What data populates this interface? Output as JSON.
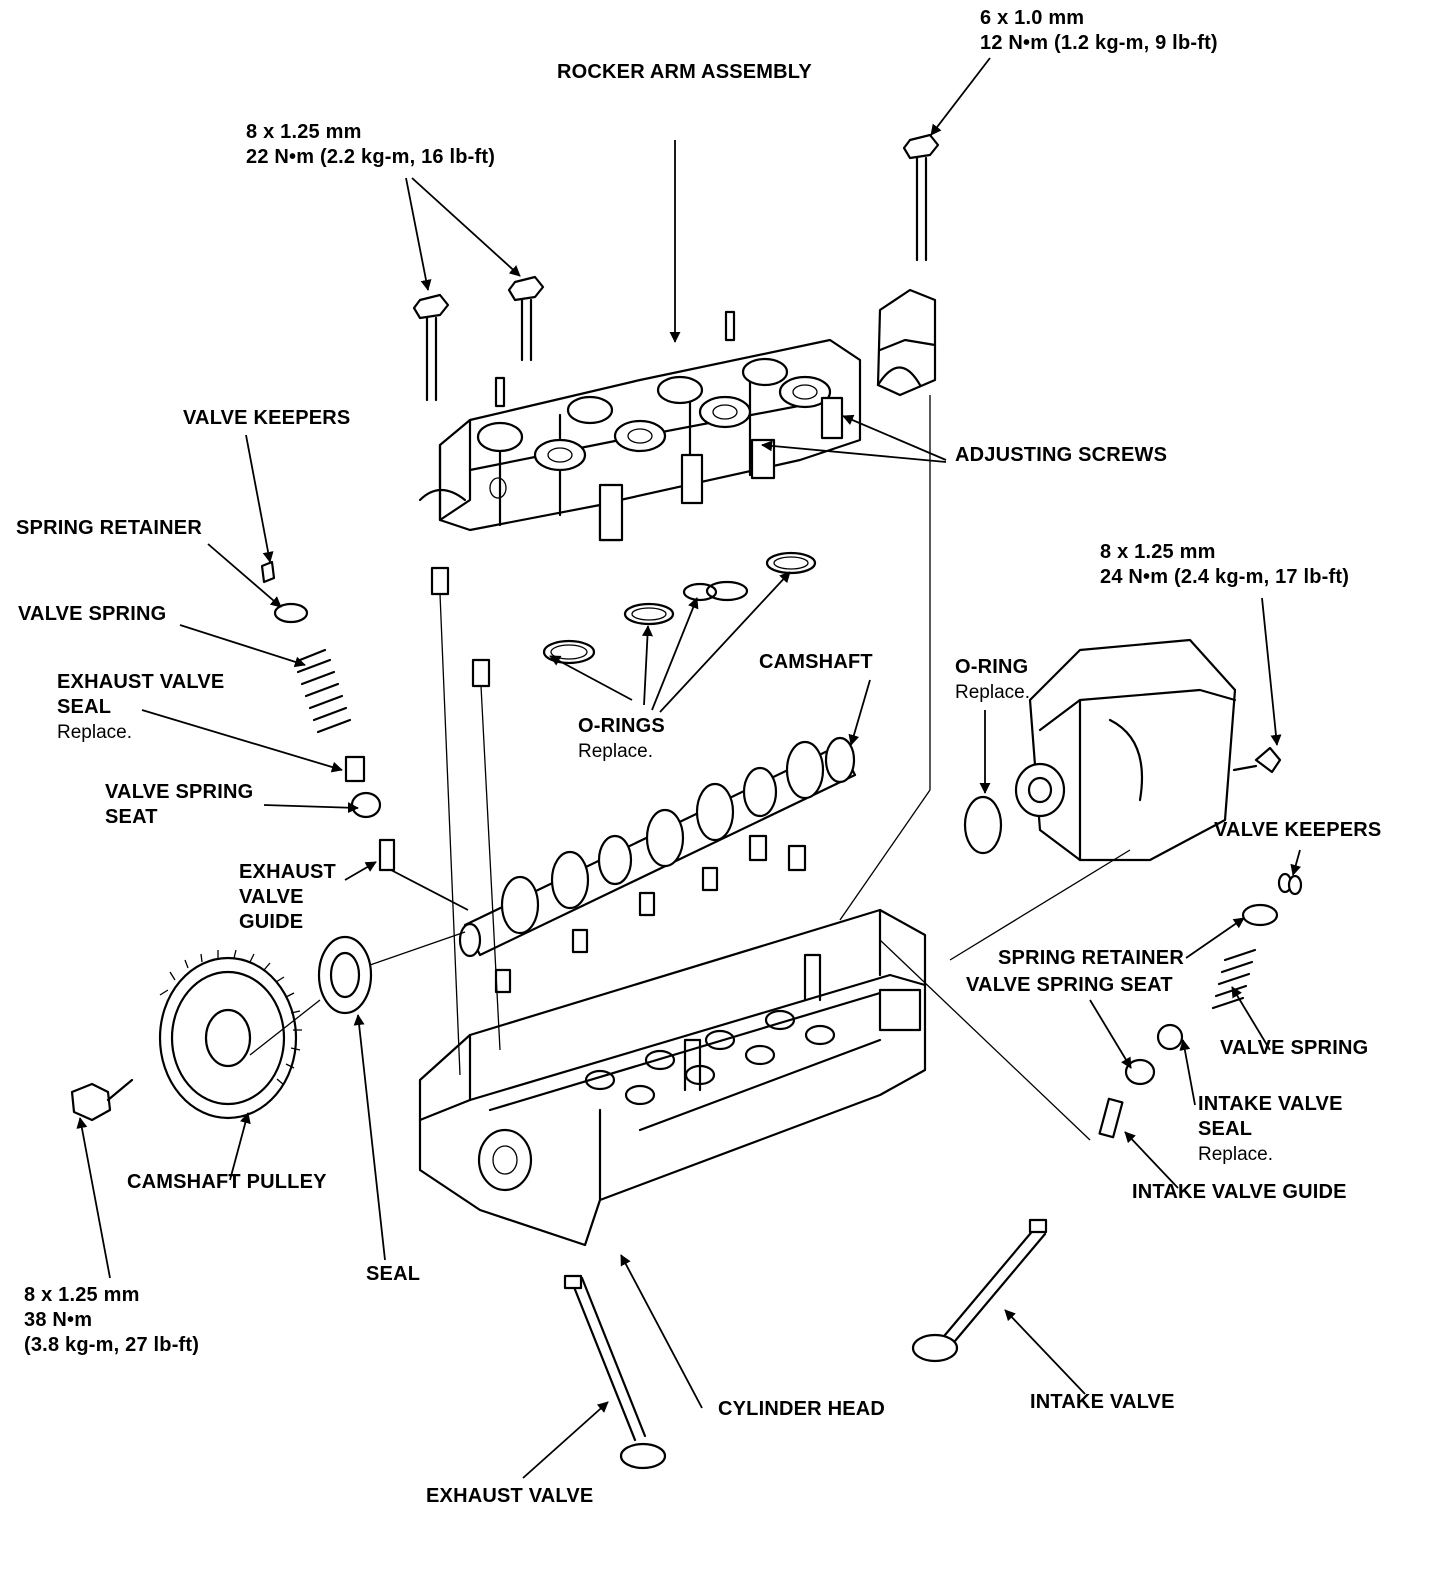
{
  "labels": {
    "rocker_arm_assembly": "ROCKER ARM ASSEMBLY",
    "bolt_6x1_size": "6 x 1.0 mm",
    "bolt_6x1_torque": "12 N•m (1.2 kg-m, 9 lb-ft)",
    "bolt_8x125_a_size": "8 x 1.25 mm",
    "bolt_8x125_a_torque": "22 N•m (2.2 kg-m, 16 lb-ft)",
    "valve_keepers_left": "VALVE KEEPERS",
    "adjusting_screws": "ADJUSTING SCREWS",
    "spring_retainer_left": "SPRING RETAINER",
    "valve_spring_left": "VALVE SPRING",
    "exhaust_valve_seal_1": "EXHAUST VALVE",
    "exhaust_valve_seal_2": "SEAL",
    "exhaust_valve_seal_note": "Replace.",
    "valve_spring_seat_left_1": "VALVE SPRING",
    "valve_spring_seat_left_2": "SEAT",
    "exhaust_valve_guide_1": "EXHAUST",
    "exhaust_valve_guide_2": "VALVE",
    "exhaust_valve_guide_3": "GUIDE",
    "bolt_8x125_b_size": "8 x 1.25 mm",
    "bolt_8x125_b_torque": "24 N•m (2.4 kg-m, 17 lb-ft)",
    "o_ring_right": "O-RING",
    "o_ring_right_note": "Replace.",
    "camshaft": "CAMSHAFT",
    "o_rings": "O-RINGS",
    "o_rings_note": "Replace.",
    "valve_keepers_right": "VALVE KEEPERS",
    "spring_retainer_right": "SPRING RETAINER",
    "valve_spring_seat_right": "VALVE SPRING SEAT",
    "valve_spring_right": "VALVE SPRING",
    "intake_valve_seal_1": "INTAKE VALVE",
    "intake_valve_seal_2": "SEAL",
    "intake_valve_seal_note": "Replace.",
    "intake_valve_guide": "INTAKE VALVE GUIDE",
    "camshaft_pulley": "CAMSHAFT PULLEY",
    "seal": "SEAL",
    "bolt_8x125_c_size": "8 x 1.25 mm",
    "bolt_8x125_c_torque_1": "38 N•m",
    "bolt_8x125_c_torque_2": "(3.8 kg-m, 27 lb-ft)",
    "cylinder_head": "CYLINDER HEAD",
    "intake_valve": "INTAKE VALVE",
    "exhaust_valve": "EXHAUST VALVE"
  }
}
